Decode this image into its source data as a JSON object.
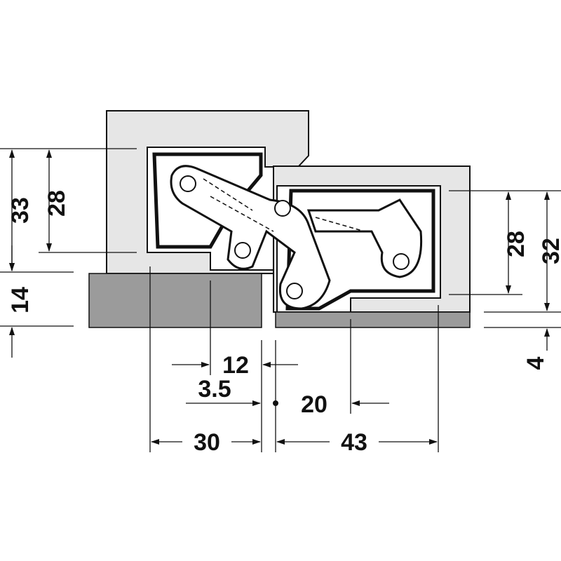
{
  "colors": {
    "frame": "#e6e6e6",
    "slab": "#9b9b9b",
    "hinge": "#ffffff",
    "line": "#111111"
  },
  "dimensions": {
    "left_height_outer": "33",
    "left_height_inner": "28",
    "slab_thickness": "14",
    "offset_12": "12",
    "offset_3_5": "3.5",
    "offset_20": "20",
    "width_left": "30",
    "width_right": "43",
    "right_height_inner": "28",
    "right_height_outer": "32",
    "gap_4": "4"
  }
}
